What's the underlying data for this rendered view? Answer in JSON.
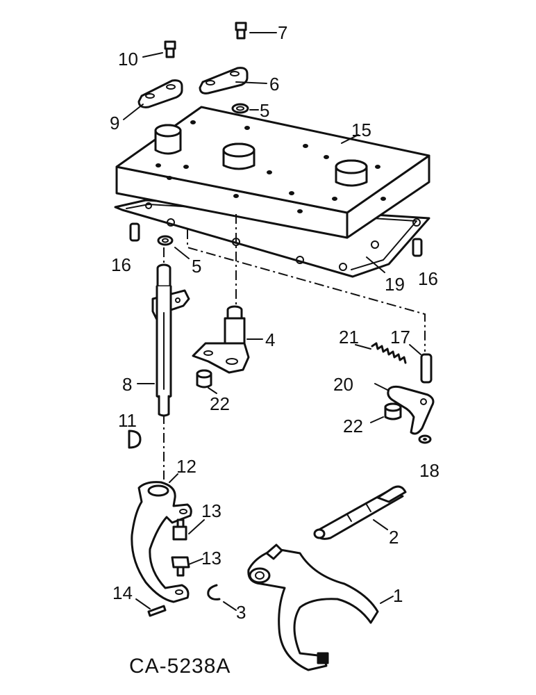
{
  "diagram": {
    "drawing_code": "CA-5238A",
    "callouts": {
      "p1": "1",
      "p2": "2",
      "p3": "3",
      "p4": "4",
      "p5a": "5",
      "p5b": "5",
      "p6": "6",
      "p7": "7",
      "p8": "8",
      "p9": "9",
      "p10": "10",
      "p11": "11",
      "p12": "12",
      "p13a": "13",
      "p13b": "13",
      "p14": "14",
      "p15": "15",
      "p16a": "16",
      "p16b": "16",
      "p17": "17",
      "p18": "18",
      "p19": "19",
      "p20": "20",
      "p21": "21",
      "p22a": "22",
      "p22b": "22"
    }
  }
}
